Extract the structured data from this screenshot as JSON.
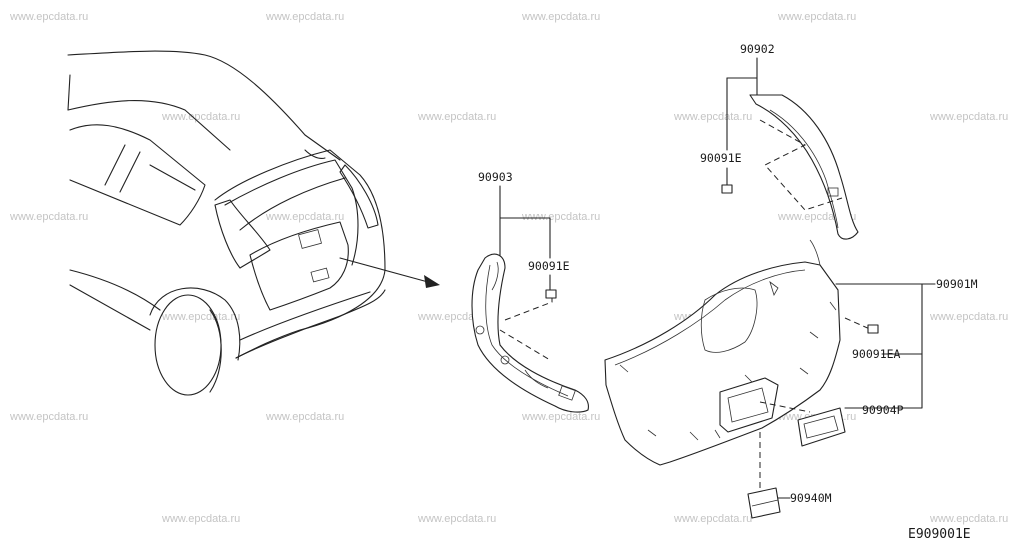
{
  "watermark": "www.epcdata.ru",
  "parts": {
    "p90902": "90902",
    "p90091E_top": "90091E",
    "p90903": "90903",
    "p90091E_left": "90091E",
    "p90901M": "90901M",
    "p90091EA": "90091EA",
    "p90904P": "90904P",
    "p90940M": "90940M"
  },
  "diagram_code": "E909001E"
}
